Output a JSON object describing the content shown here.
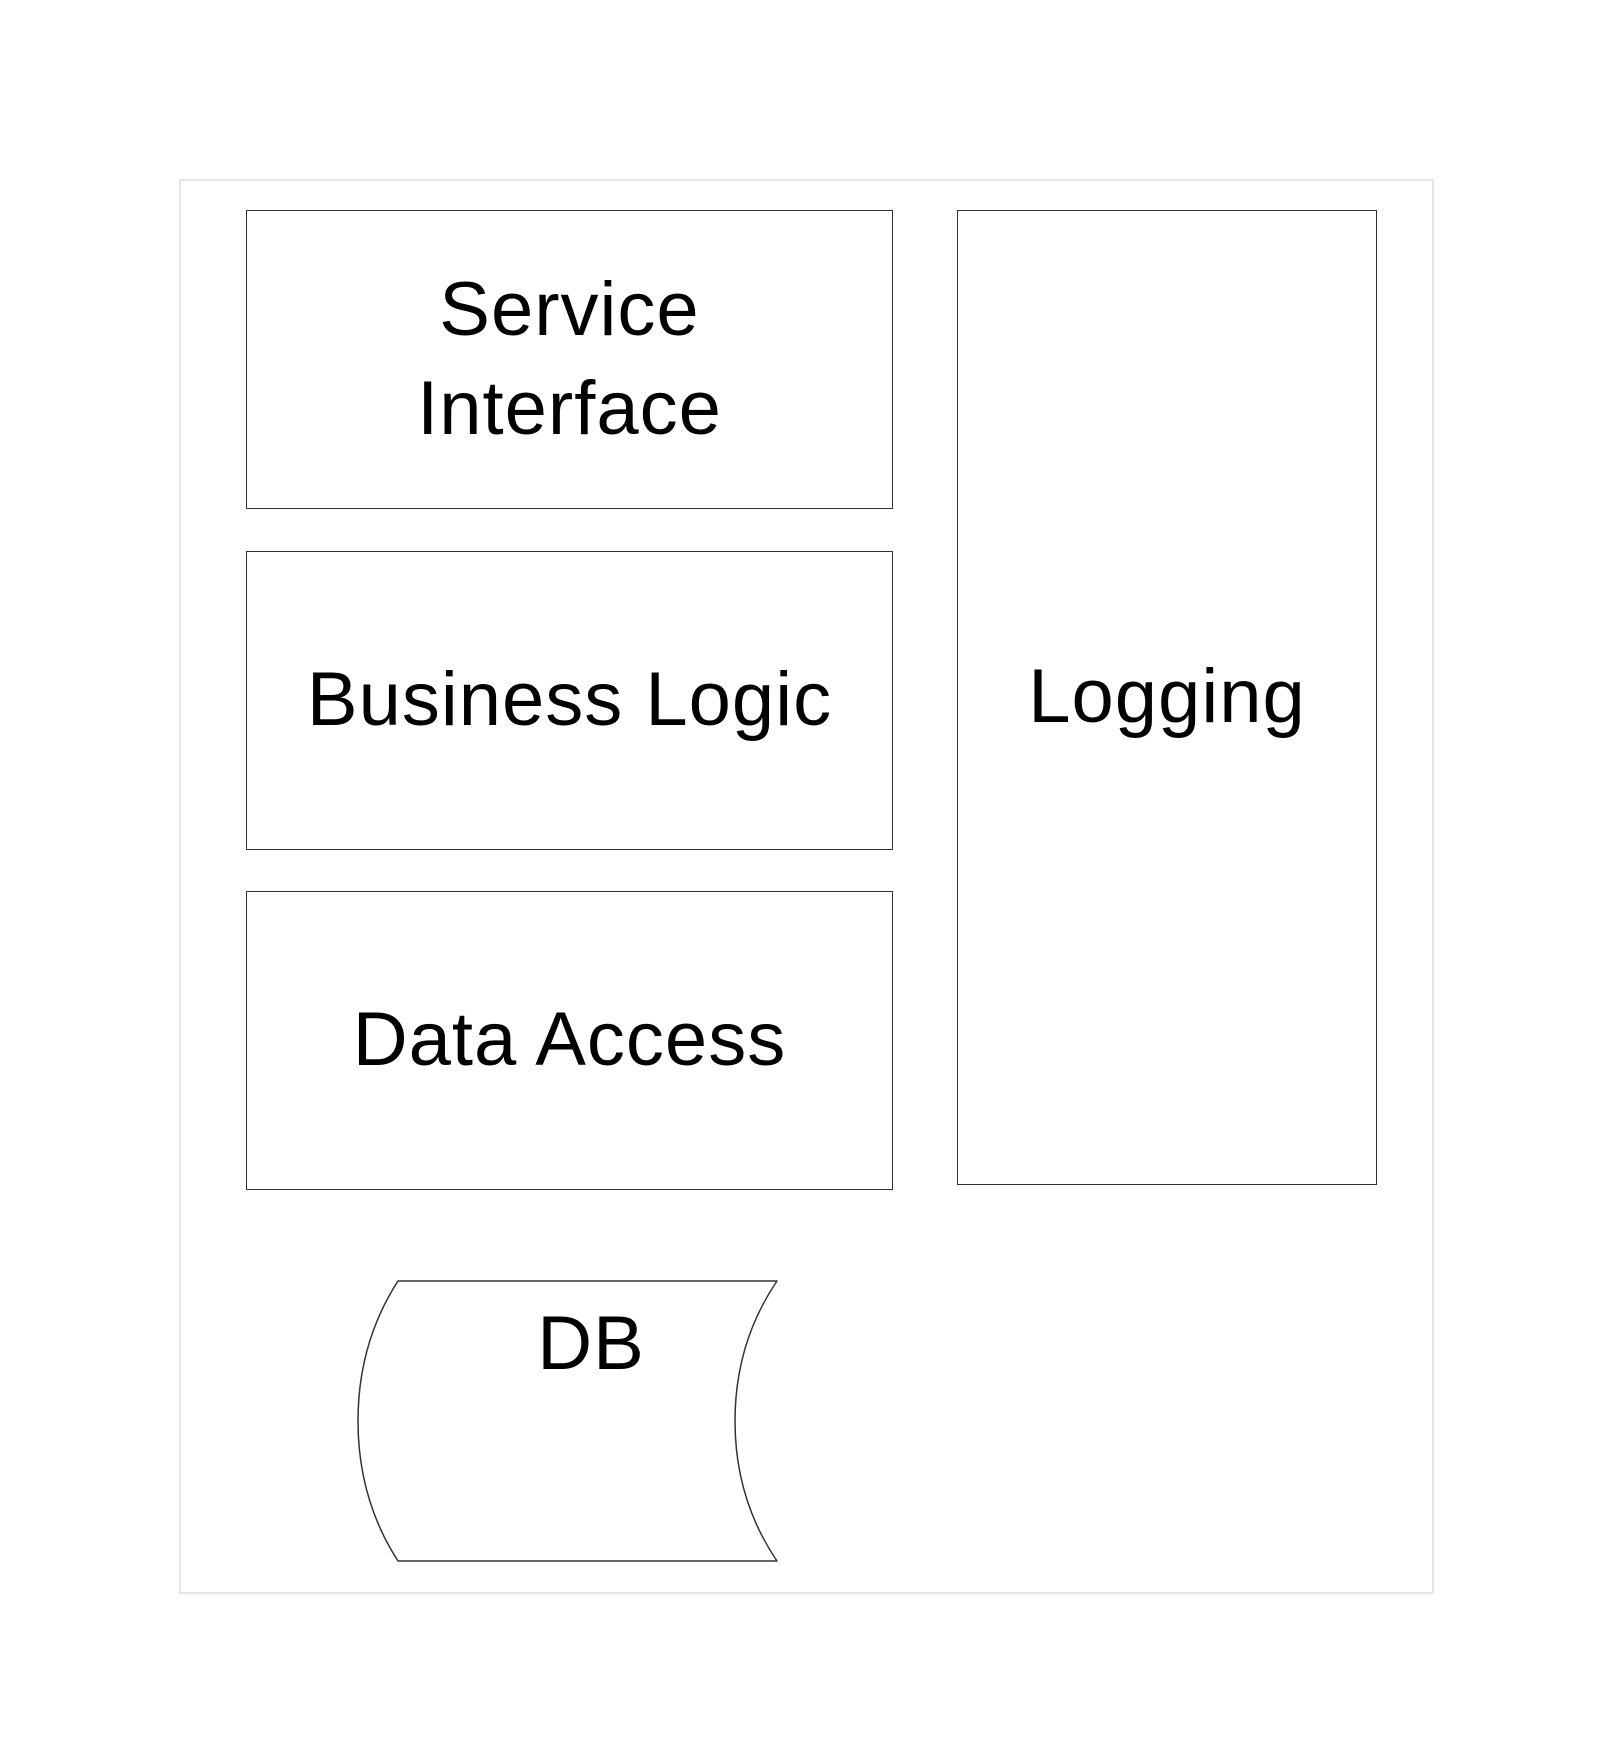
{
  "diagram": {
    "layers": [
      {
        "label": "Service Interface"
      },
      {
        "label": "Business Logic"
      },
      {
        "label": "Data Access"
      }
    ],
    "cross_cutting": {
      "label": "Logging"
    },
    "database": {
      "label": "DB"
    }
  }
}
